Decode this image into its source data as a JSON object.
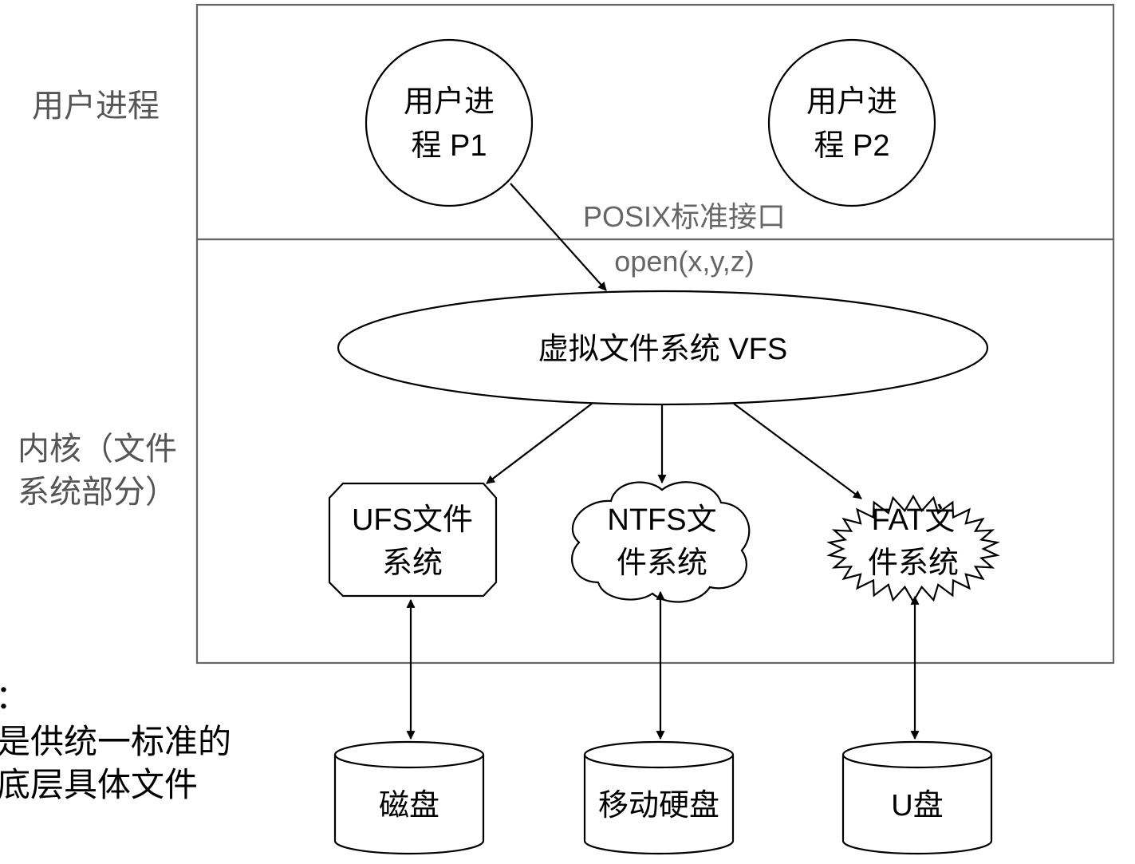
{
  "side_labels": {
    "user_space": "用户进程",
    "kernel_line1": "内核（文件",
    "kernel_line2": "系统部分）"
  },
  "processes": [
    {
      "line1": "用户进",
      "line2": "程 P1"
    },
    {
      "line1": "用户进",
      "line2": "程 P2"
    }
  ],
  "interface": {
    "name": "POSIX标准接口",
    "call": "open(x,y,z)"
  },
  "vfs": {
    "label": "虚拟文件系统 VFS"
  },
  "filesystems": [
    {
      "line1": "UFS文件",
      "line2": "系统",
      "shape": "octagon"
    },
    {
      "line1": "NTFS文",
      "line2": "件系统",
      "shape": "cloud"
    },
    {
      "line1": "FAT文",
      "line2": "件系统",
      "shape": "burst"
    }
  ],
  "devices": [
    {
      "label": "磁盘"
    },
    {
      "label": "移动硬盘"
    },
    {
      "label": "U盘"
    }
  ],
  "left_note": {
    "line1": "：",
    "line2": "是供统一标准的",
    "line3": "底层具体文件"
  }
}
